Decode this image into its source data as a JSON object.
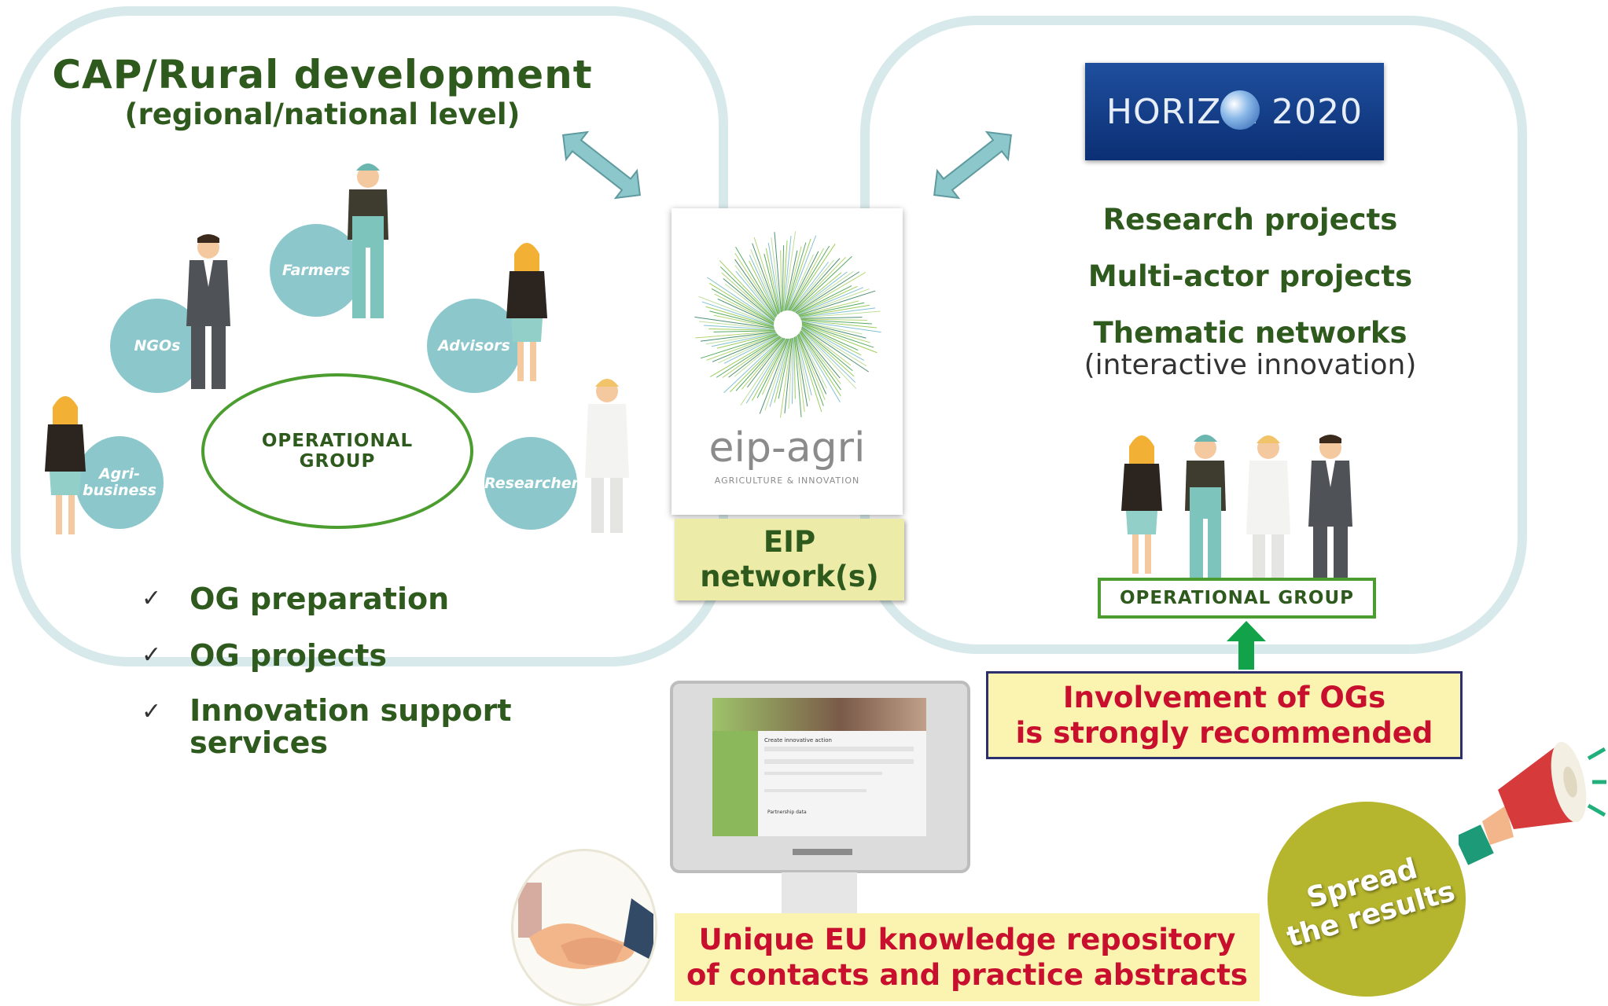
{
  "left_panel": {
    "title": "CAP/Rural development",
    "subtitle": "(regional/national level)",
    "actors": [
      "Farmers",
      "NGOs",
      "Advisors",
      "Agri-\nbusiness",
      "Researchers"
    ],
    "og_label": "OPERATIONAL\nGROUP",
    "checklist": [
      {
        "mark": "✓",
        "text": "OG preparation"
      },
      {
        "mark": "✓",
        "text": "OG projects"
      },
      {
        "mark": "✓",
        "text": "Innovation support\nservices"
      }
    ]
  },
  "center": {
    "logo_text": "eip-agri",
    "logo_tagline": "AGRICULTURE & INNOVATION",
    "network_label": "EIP\nnetwork(s)"
  },
  "right_panel": {
    "horizon_logo": "HORIZ N 2020",
    "items": [
      "Research projects",
      "Multi-actor projects",
      "Thematic networks"
    ],
    "thematic_note": "(interactive innovation)",
    "og_label": "OPERATIONAL GROUP",
    "involvement": "Involvement of OGs\nis strongly recommended"
  },
  "bottom": {
    "repository": "Unique EU knowledge repository\nof contacts and practice abstracts",
    "spread": "Spread\nthe results"
  },
  "screen": {
    "heading": "Create innovative action",
    "section": "Partnership data"
  },
  "colors": {
    "title_green": "#2f5a1e",
    "panel_border": "#d7e9ea",
    "circle_teal": "#8cc7cc",
    "og_ring_green": "#4a9d2e",
    "involvement_red": "#c8102e",
    "spread_olive": "#b5b52e",
    "arrow_green": "#12a34a"
  }
}
